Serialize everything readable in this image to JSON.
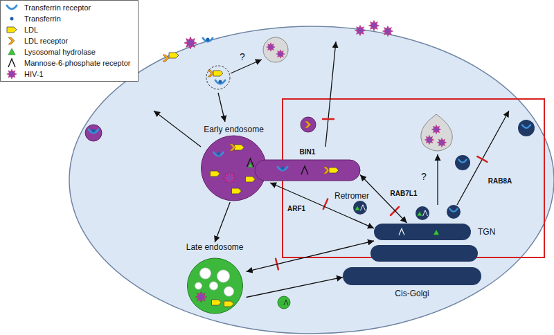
{
  "diagram": {
    "nodes": [
      {
        "text": [
          "Early endosome"
        ]
      },
      {
        "text": [
          "BIN1"
        ]
      },
      {
        "text": [
          "TGN"
        ]
      },
      {
        "text": [
          "Late endosome"
        ]
      },
      {
        "text": [
          "Cis-Golgi"
        ]
      }
    ],
    "edges": [
      {
        "from": 0,
        "to": 3,
        "arrow": "to"
      },
      {
        "from": 0,
        "to": 2,
        "arrow": "both"
      },
      {
        "from": 1,
        "to": 2,
        "arrow": "both"
      },
      {
        "from": 3,
        "to": 2,
        "arrow": "both"
      },
      {
        "from": 3,
        "to": 4,
        "arrow": "to"
      }
    ],
    "labels": [
      "Retromer",
      "RAB7L1",
      "ARF1",
      "RAB8A",
      "?",
      "?"
    ],
    "legend": [
      {
        "text": "Transferrin receptor"
      },
      {
        "text": "Transferrin"
      },
      {
        "text": "LDL"
      },
      {
        "text": "LDL receptor"
      },
      {
        "text": "Lysosomal hydrolase"
      },
      {
        "text": "Mannose-6-phosphate receptor"
      },
      {
        "text": "HIV-1"
      }
    ]
  }
}
